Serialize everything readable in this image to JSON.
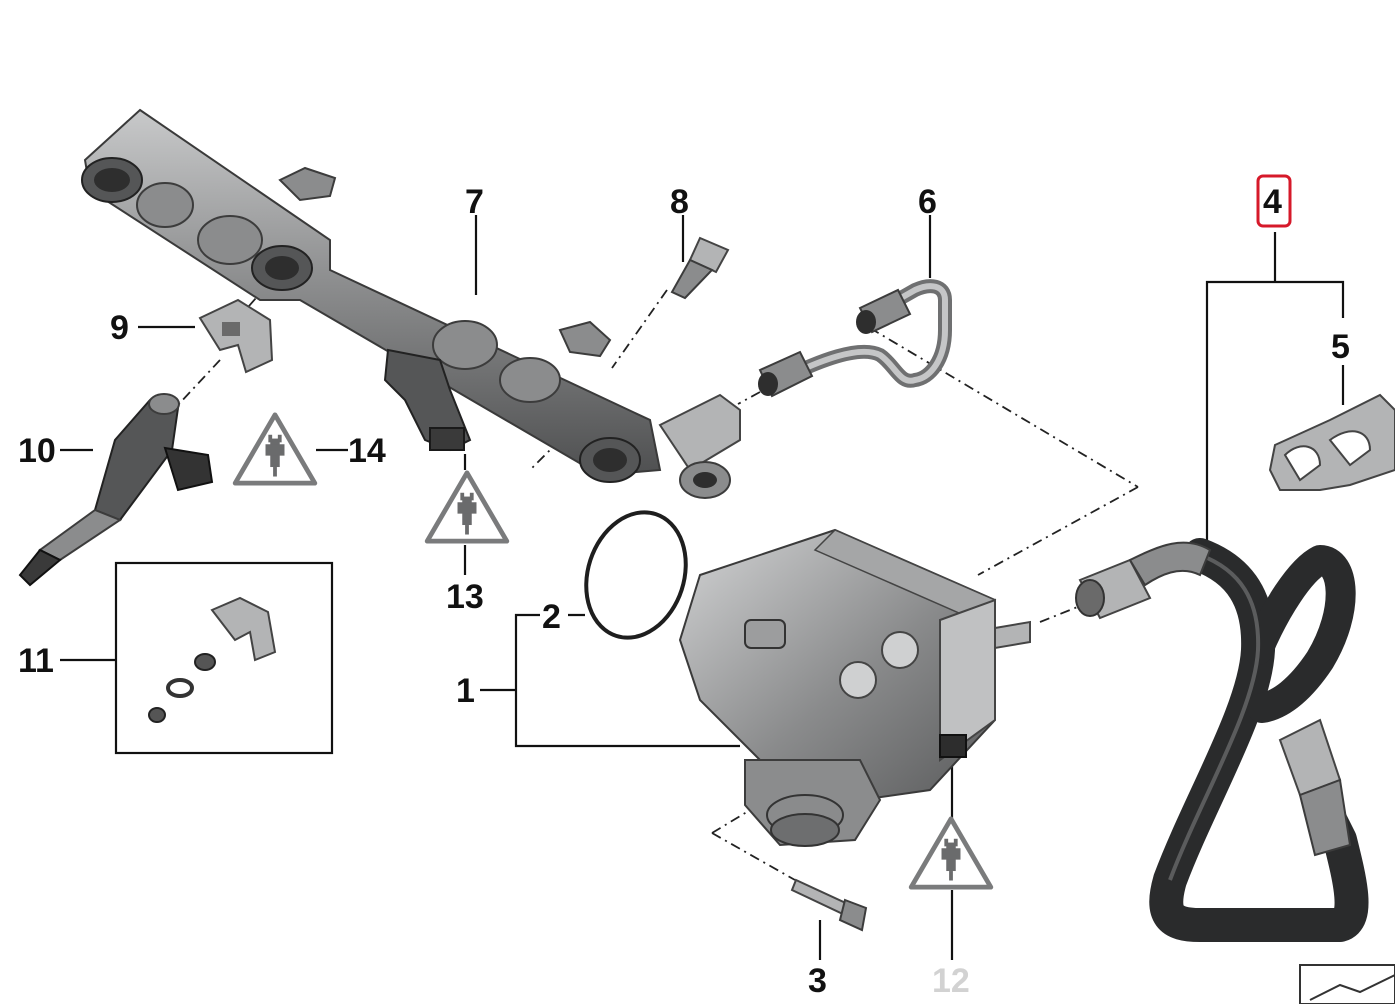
{
  "diagram": {
    "background_color": "#ffffff",
    "text_color": "#111111",
    "highlight_color": "#d6192a",
    "muted_label_color": "#d2d2d2",
    "callouts": {
      "c1": "1",
      "c2": "2",
      "c3": "3",
      "c4": "4",
      "c5": "5",
      "c6": "6",
      "c7": "7",
      "c8": "8",
      "c9": "9",
      "c10": "10",
      "c11": "11",
      "c12": "12",
      "c13": "13",
      "c14": "14"
    },
    "selected_callout": "4",
    "warning_symbols": [
      "electrical-connector-warning-icon",
      "electrical-connector-warning-icon",
      "electrical-connector-warning-icon"
    ]
  }
}
